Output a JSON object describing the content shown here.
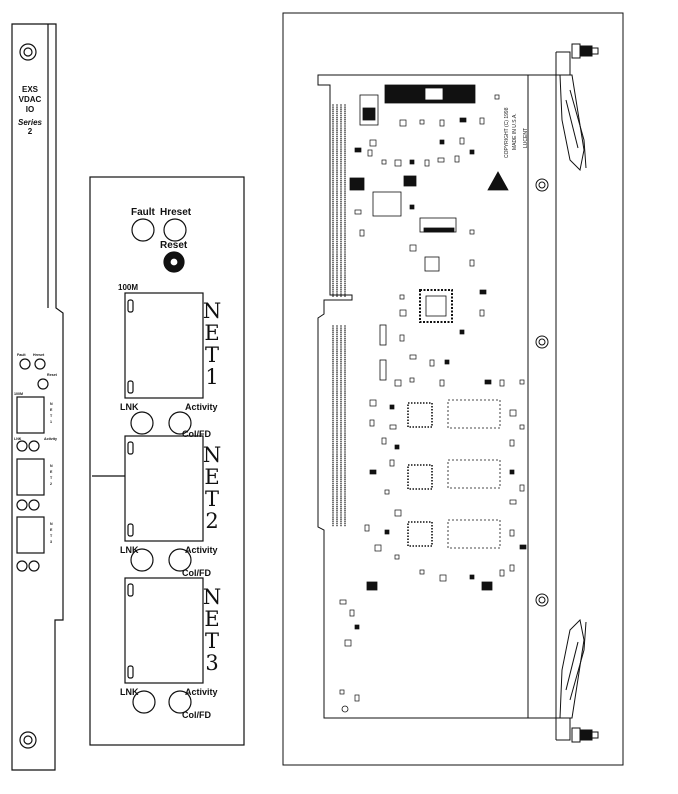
{
  "front_panel": {
    "line1": "EXS",
    "line2": "VDAC",
    "line3": "IO",
    "line4": "Series",
    "line5": "2"
  },
  "faceplate": {
    "fault": "Fault",
    "hreset": "Hreset",
    "reset": "Reset",
    "speed": "100M",
    "lnk": "LNK",
    "activity": "Activity",
    "colfd": "Col/FD",
    "net_word": [
      "N",
      "E",
      "T"
    ],
    "net_numbers": [
      "1",
      "2",
      "3"
    ]
  },
  "pcb": {
    "copyright": "COPYRIGHT (C) 1998",
    "made_in": "MADE IN U.S.A.",
    "brand": "LUCENT"
  }
}
